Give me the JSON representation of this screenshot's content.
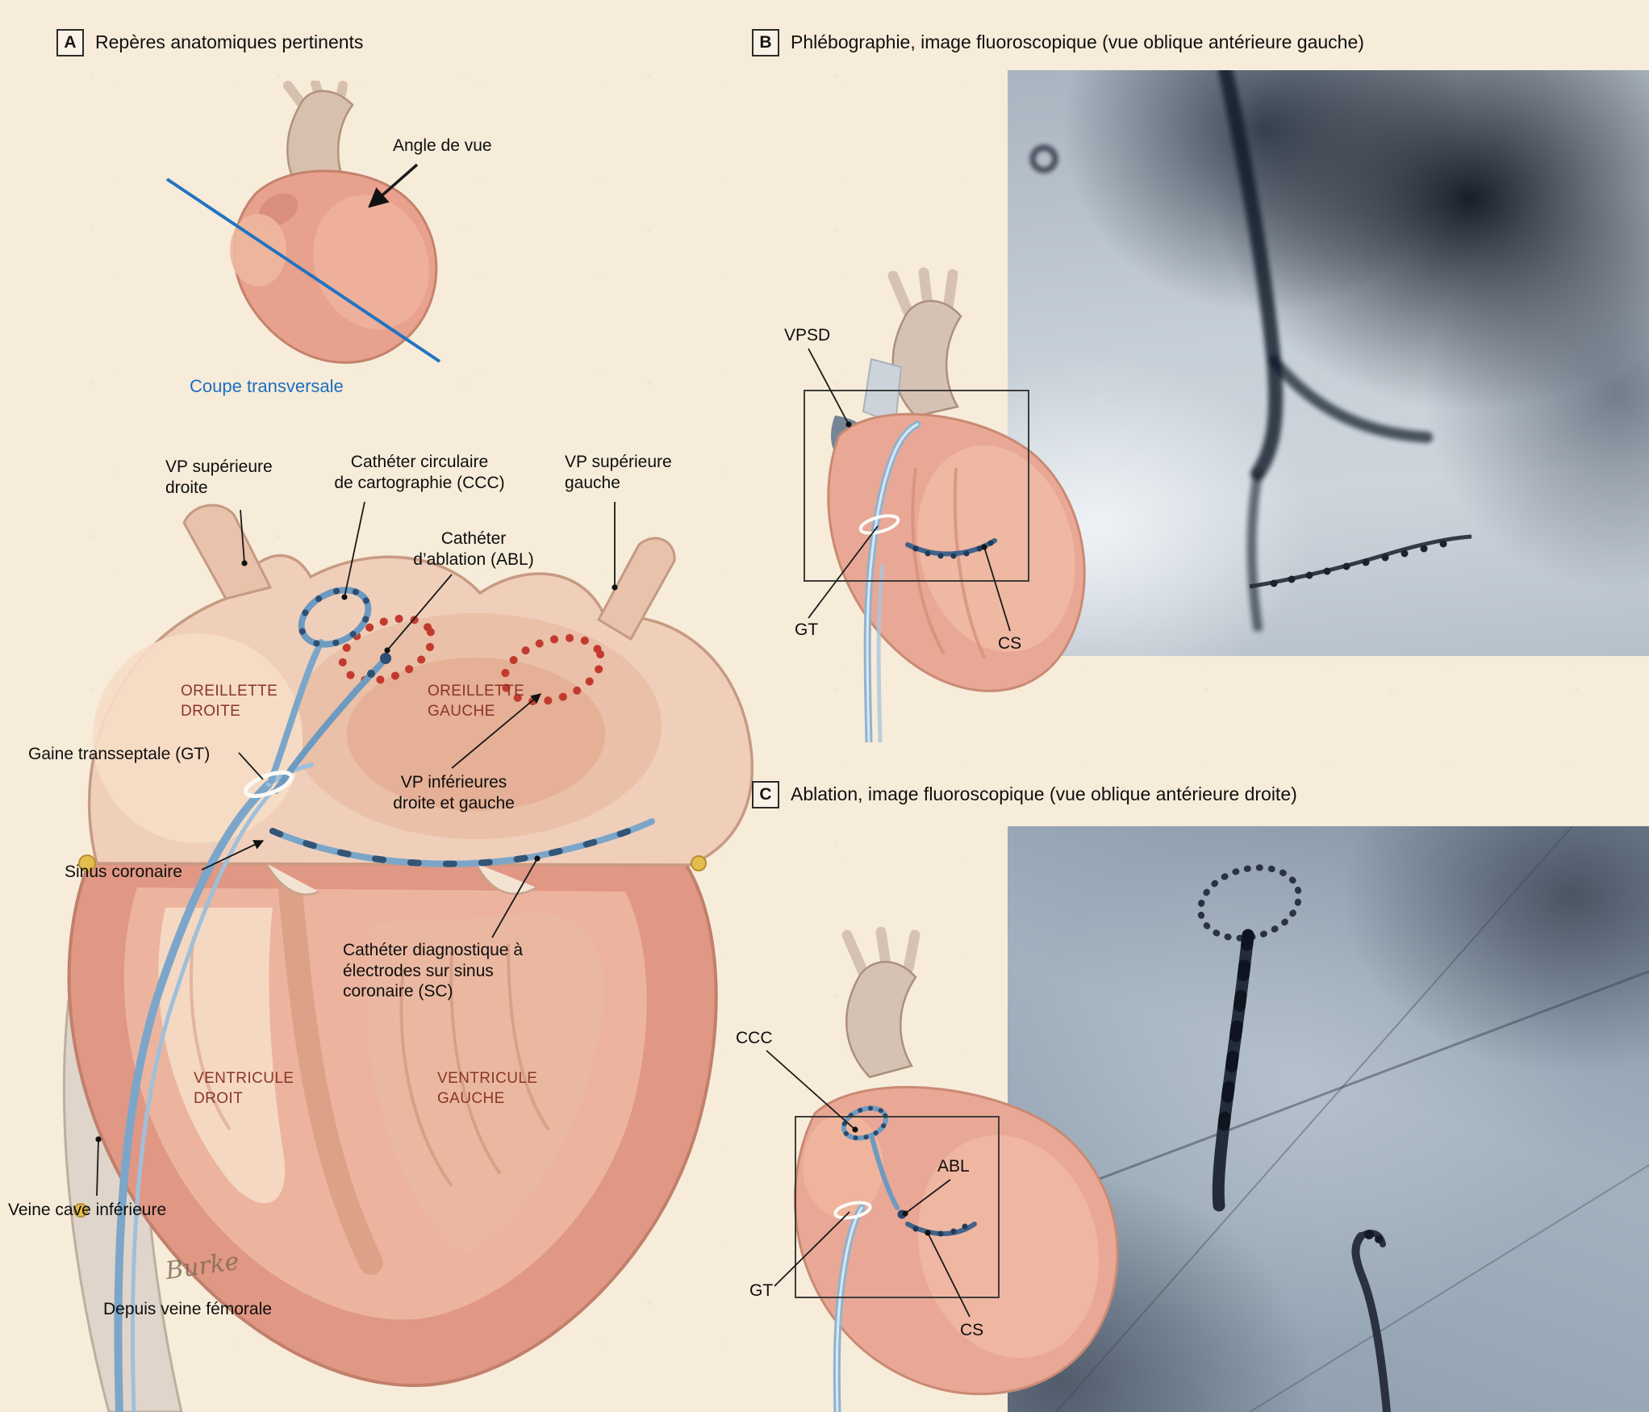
{
  "panels": {
    "a": {
      "tag": "A",
      "title": "Repères anatomiques pertinents",
      "inset": {
        "angle_de_vue": "Angle de vue",
        "coupe_transversale": "Coupe transversale"
      },
      "labels": {
        "vp_sup_droite": "VP supérieure\ndroite",
        "ccc": "Cathéter circulaire\nde cartographie (CCC)",
        "abl": "Cathéter\nd’ablation (ABL)",
        "vp_sup_gauche": "VP supérieure\ngauche",
        "oreillette_droite": "OREILLETTE\nDROITE",
        "oreillette_gauche": "OREILLETTE\nGAUCHE",
        "gaine_transseptale": "Gaine transseptale (GT)",
        "vp_inferieures": "VP inférieures\ndroite et gauche",
        "sinus_coronaire": "Sinus coronaire",
        "catheter_sc": "Cathéter diagnostique à\nélectrodes sur sinus\ncoronaire (SC)",
        "ventricule_droit": "VENTRICULE\nDROIT",
        "ventricule_gauche": "VENTRICULE\nGAUCHE",
        "veine_cave_inferieure": "Veine cave inférieure",
        "depuis_veine_femorale": "Depuis veine fémorale"
      },
      "signature": "Burke"
    },
    "b": {
      "tag": "B",
      "title": "Phlébographie, image fluoroscopique (vue oblique antérieure gauche)",
      "labels": {
        "vpsd": "VPSD",
        "gt": "GT",
        "cs": "CS"
      }
    },
    "c": {
      "tag": "C",
      "title": "Ablation, image fluoroscopique (vue oblique antérieure droite)",
      "labels": {
        "ccc": "CCC",
        "abl": "ABL",
        "gt": "GT",
        "cs": "CS"
      }
    }
  },
  "colors": {
    "background_paper": "#f7ecd9",
    "chamber_label": "#8a3526",
    "cut_line_blue": "#2273c2",
    "catheter_blue": "#7ba6c9",
    "electrode_blue": "#2e4f73",
    "lesion_red": "#c23a2e",
    "heart_muscle": "#e09784",
    "heart_light": "#f0cfba"
  }
}
